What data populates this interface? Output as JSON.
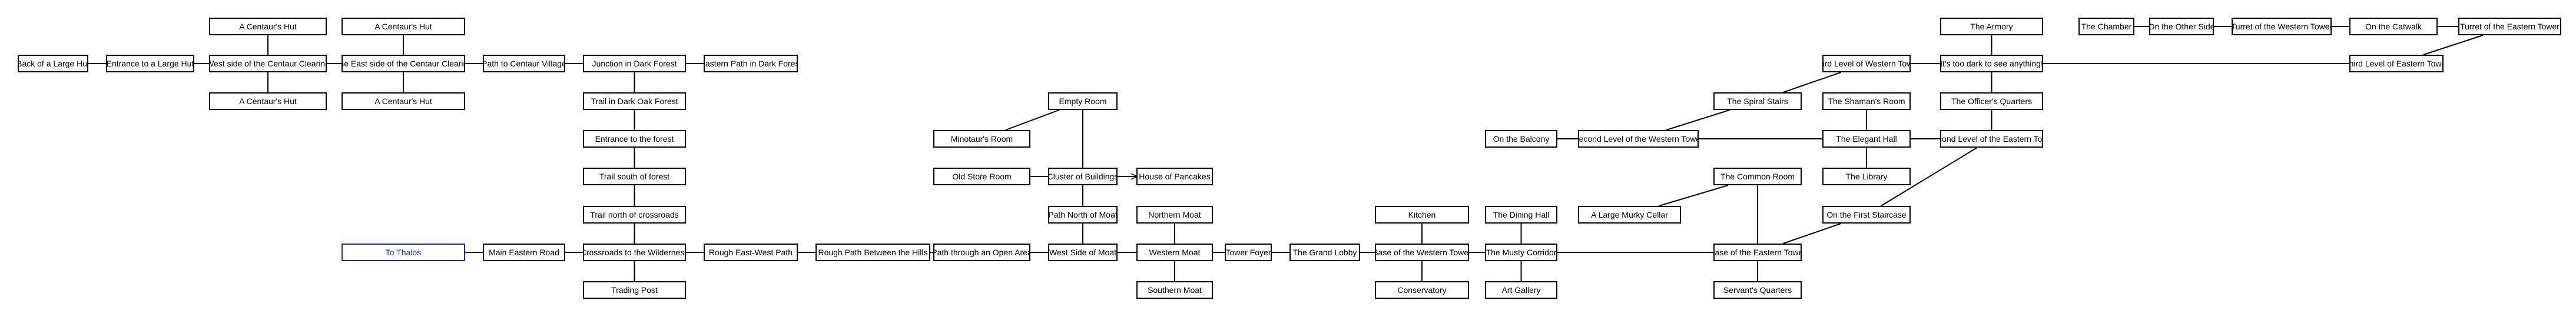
{
  "map": {
    "rooms": [
      {
        "id": "r1",
        "label": "Back of a Large Hut",
        "name": "room-back-of-large-hut"
      },
      {
        "id": "r2",
        "label": "Entrance to a Large Hut",
        "name": "room-entrance-to-large-hut"
      },
      {
        "id": "r3",
        "label": "West side of the Centaur Clearing",
        "name": "room-west-centaur-clearing"
      },
      {
        "id": "r4",
        "label": "A Centaur's Hut",
        "name": "room-centaur-hut-west-north"
      },
      {
        "id": "r5",
        "label": "A Centaur's Hut",
        "name": "room-centaur-hut-west-south"
      },
      {
        "id": "r6",
        "label": "The East side of the Centaur Clearing",
        "name": "room-east-centaur-clearing"
      },
      {
        "id": "r7",
        "label": "A Centaur's Hut",
        "name": "room-centaur-hut-east-north"
      },
      {
        "id": "r8",
        "label": "A Centaur's Hut",
        "name": "room-centaur-hut-east-south"
      },
      {
        "id": "r9",
        "label": "Path to Centaur Village",
        "name": "room-path-to-centaur-village"
      },
      {
        "id": "r10",
        "label": "Junction in Dark Forest",
        "name": "room-junction-dark-forest"
      },
      {
        "id": "r11",
        "label": "Eastern Path in Dark Forest",
        "name": "room-eastern-path-dark-forest"
      },
      {
        "id": "r12",
        "label": "Trail in Dark Oak Forest",
        "name": "room-trail-dark-oak-forest"
      },
      {
        "id": "r13",
        "label": "Entrance to the forest",
        "name": "room-entrance-to-forest"
      },
      {
        "id": "r14",
        "label": "Trail south of forest",
        "name": "room-trail-south-of-forest"
      },
      {
        "id": "r15",
        "label": "Trail north of crossroads",
        "name": "room-trail-north-of-crossroads"
      },
      {
        "id": "r16",
        "label": "Crossroads to the Wilderness",
        "name": "room-crossroads-wilderness"
      },
      {
        "id": "r17",
        "label": "Trading Post",
        "name": "room-trading-post"
      },
      {
        "id": "r18",
        "label": "Main Eastern Road",
        "name": "room-main-eastern-road"
      },
      {
        "id": "r19",
        "label": "To Thalos",
        "name": "room-to-thalos"
      },
      {
        "id": "r20",
        "label": "Rough East-West Path",
        "name": "room-rough-east-west-path"
      },
      {
        "id": "r21",
        "label": "Rough Path Between the Hills",
        "name": "room-rough-path-between-hills"
      },
      {
        "id": "r22",
        "label": "Path through an Open Area",
        "name": "room-path-open-area"
      },
      {
        "id": "r23",
        "label": "West Side of Moat",
        "name": "room-west-side-of-moat"
      },
      {
        "id": "r24",
        "label": "Path North of Moat",
        "name": "room-path-north-of-moat"
      },
      {
        "id": "r25",
        "label": "Cluster of Buildings",
        "name": "room-cluster-of-buildings"
      },
      {
        "id": "r26",
        "label": "Old Store Room",
        "name": "room-old-store-room"
      },
      {
        "id": "r27",
        "label": "House of Pancakes",
        "name": "room-house-of-pancakes"
      },
      {
        "id": "r28",
        "label": "Empty Room",
        "name": "room-empty-room"
      },
      {
        "id": "r29",
        "label": "Minotaur's Room",
        "name": "room-minotaurs-room"
      },
      {
        "id": "r30",
        "label": "Western Moat",
        "name": "room-western-moat"
      },
      {
        "id": "r31",
        "label": "Northern Moat",
        "name": "room-northern-moat"
      },
      {
        "id": "r32",
        "label": "Southern Moat",
        "name": "room-southern-moat"
      },
      {
        "id": "r33",
        "label": "Tower Foyer",
        "name": "room-tower-foyer"
      },
      {
        "id": "r34",
        "label": "The Grand Lobby",
        "name": "room-grand-lobby"
      },
      {
        "id": "r35",
        "label": "Base of the Western Tower",
        "name": "room-base-western-tower"
      },
      {
        "id": "r36",
        "label": "Kitchen",
        "name": "room-kitchen"
      },
      {
        "id": "r37",
        "label": "Conservatory",
        "name": "room-conservatory"
      },
      {
        "id": "r38",
        "label": "The Musty Corridor",
        "name": "room-musty-corridor"
      },
      {
        "id": "r39",
        "label": "The Dining Hall",
        "name": "room-dining-hall"
      },
      {
        "id": "r40",
        "label": "Art Gallery",
        "name": "room-art-gallery"
      },
      {
        "id": "r41",
        "label": "A Large Murky Cellar",
        "name": "room-large-murky-cellar"
      },
      {
        "id": "r42",
        "label": "The Common Room",
        "name": "room-common-room"
      },
      {
        "id": "r43",
        "label": "Base of the Eastern Tower",
        "name": "room-base-eastern-tower"
      },
      {
        "id": "r44",
        "label": "Servant's Quarters",
        "name": "room-servants-quarters"
      },
      {
        "id": "r45",
        "label": "On the First Staircase",
        "name": "room-first-staircase"
      },
      {
        "id": "r46",
        "label": "On the Balcony",
        "name": "room-balcony"
      },
      {
        "id": "r47",
        "label": "Second Level of the Western Tower",
        "name": "room-second-level-western-tower"
      },
      {
        "id": "r48",
        "label": "The Spiral Stairs",
        "name": "room-spiral-stairs"
      },
      {
        "id": "r49",
        "label": "Third Level of Western Tower",
        "name": "room-third-level-western-tower"
      },
      {
        "id": "r50",
        "label": "The Shaman's Room",
        "name": "room-shamans-room"
      },
      {
        "id": "r51",
        "label": "The Elegant Hall",
        "name": "room-elegant-hall"
      },
      {
        "id": "r52",
        "label": "The Library",
        "name": "room-library"
      },
      {
        "id": "r53",
        "label": "Second Level of the Eastern Tower",
        "name": "room-second-level-eastern-tower"
      },
      {
        "id": "r54",
        "label": "It's too dark to see anything!",
        "name": "room-too-dark"
      },
      {
        "id": "r55",
        "label": "The Armory",
        "name": "room-armory"
      },
      {
        "id": "r56",
        "label": "The Officer's Quarters",
        "name": "room-officers-quarters"
      },
      {
        "id": "r57",
        "label": "The Chamber",
        "name": "room-chamber"
      },
      {
        "id": "r58",
        "label": "On the Other Side",
        "name": "room-on-the-other-side"
      },
      {
        "id": "r59",
        "label": "Turret of the Western Tower",
        "name": "room-turret-western-tower"
      },
      {
        "id": "r60",
        "label": "On the Catwalk",
        "name": "room-catwalk"
      },
      {
        "id": "r61",
        "label": "Turret of the Eastern Tower",
        "name": "room-turret-eastern-tower"
      },
      {
        "id": "r62",
        "label": "Third Level of Eastern Tower",
        "name": "room-third-level-eastern-tower"
      }
    ],
    "connections": [
      [
        "r1",
        "r2"
      ],
      [
        "r2",
        "r3"
      ],
      [
        "r3",
        "r4"
      ],
      [
        "r3",
        "r5"
      ],
      [
        "r3",
        "r6"
      ],
      [
        "r6",
        "r7"
      ],
      [
        "r6",
        "r8"
      ],
      [
        "r6",
        "r9"
      ],
      [
        "r9",
        "r10"
      ],
      [
        "r10",
        "r11"
      ],
      [
        "r10",
        "r12"
      ],
      [
        "r12",
        "r13"
      ],
      [
        "r13",
        "r14"
      ],
      [
        "r14",
        "r15"
      ],
      [
        "r15",
        "r16"
      ],
      [
        "r16",
        "r17"
      ],
      [
        "r16",
        "r18"
      ],
      [
        "r18",
        "r19"
      ],
      [
        "r16",
        "r20"
      ],
      [
        "r20",
        "r21"
      ],
      [
        "r21",
        "r22"
      ],
      [
        "r22",
        "r23"
      ],
      [
        "r23",
        "r24"
      ],
      [
        "r24",
        "r25"
      ],
      [
        "r25",
        "r26"
      ],
      [
        "r25",
        "r27"
      ],
      [
        "r25",
        "r28"
      ],
      [
        "r28",
        "r29"
      ],
      [
        "r23",
        "r30"
      ],
      [
        "r30",
        "r31"
      ],
      [
        "r30",
        "r32"
      ],
      [
        "r30",
        "r33"
      ],
      [
        "r33",
        "r34"
      ],
      [
        "r34",
        "r35"
      ],
      [
        "r35",
        "r36"
      ],
      [
        "r35",
        "r37"
      ],
      [
        "r35",
        "r38"
      ],
      [
        "r38",
        "r39"
      ],
      [
        "r38",
        "r40"
      ],
      [
        "r38",
        "r43"
      ],
      [
        "r41",
        "r42"
      ],
      [
        "r42",
        "r43"
      ],
      [
        "r43",
        "r44"
      ],
      [
        "r43",
        "r45"
      ],
      [
        "r45",
        "r53"
      ],
      [
        "r46",
        "r47"
      ],
      [
        "r47",
        "r48"
      ],
      [
        "r48",
        "r49"
      ],
      [
        "r47",
        "r51"
      ],
      [
        "r51",
        "r50"
      ],
      [
        "r51",
        "r52"
      ],
      [
        "r51",
        "r53"
      ],
      [
        "r53",
        "r54"
      ],
      [
        "r49",
        "r54"
      ],
      [
        "r54",
        "r55"
      ],
      [
        "r54",
        "r56"
      ],
      [
        "r54",
        "r62"
      ],
      [
        "r57",
        "r58"
      ],
      [
        "r58",
        "r59"
      ],
      [
        "r59",
        "r60"
      ],
      [
        "r60",
        "r61"
      ],
      [
        "r61",
        "r62"
      ]
    ],
    "arrows": [
      [
        "r25",
        "r27"
      ]
    ],
    "highlighted": [
      "r19"
    ],
    "colors": {
      "box_border": "#000000",
      "highlight": "#1f1fd0",
      "line": "#000000",
      "background": "#ffffff"
    }
  }
}
